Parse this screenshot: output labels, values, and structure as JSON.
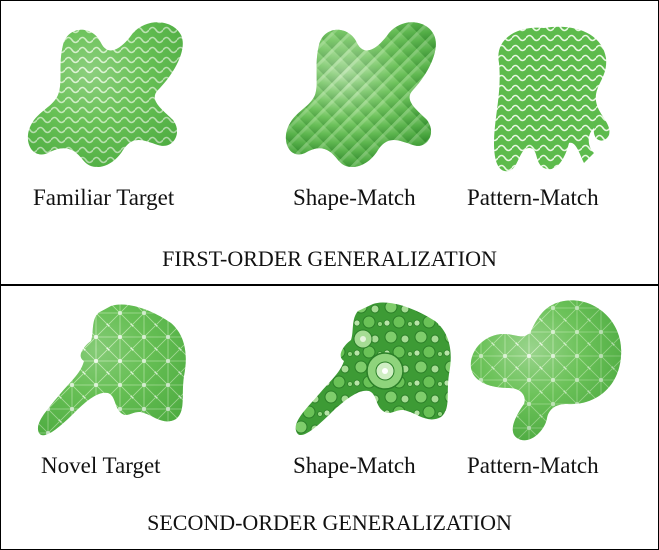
{
  "panels": [
    {
      "labels": [
        "Familiar Target",
        "Shape-Match",
        "Pattern-Match"
      ],
      "caption": "FIRST-ORDER GENERALIZATION"
    },
    {
      "labels": [
        "Novel Target",
        "Shape-Match",
        "Pattern-Match"
      ],
      "caption": "SECOND-ORDER GENERALIZATION"
    }
  ],
  "colors": {
    "green_light": "#b7e2a4",
    "green_mid": "#5fbf4f",
    "green_dark": "#2e8a2a",
    "border": "#000000"
  },
  "icons": [
    "wavy-stripe-texture",
    "diagonal-streak-texture",
    "starburst-lattice-texture",
    "bubble-circle-texture"
  ]
}
